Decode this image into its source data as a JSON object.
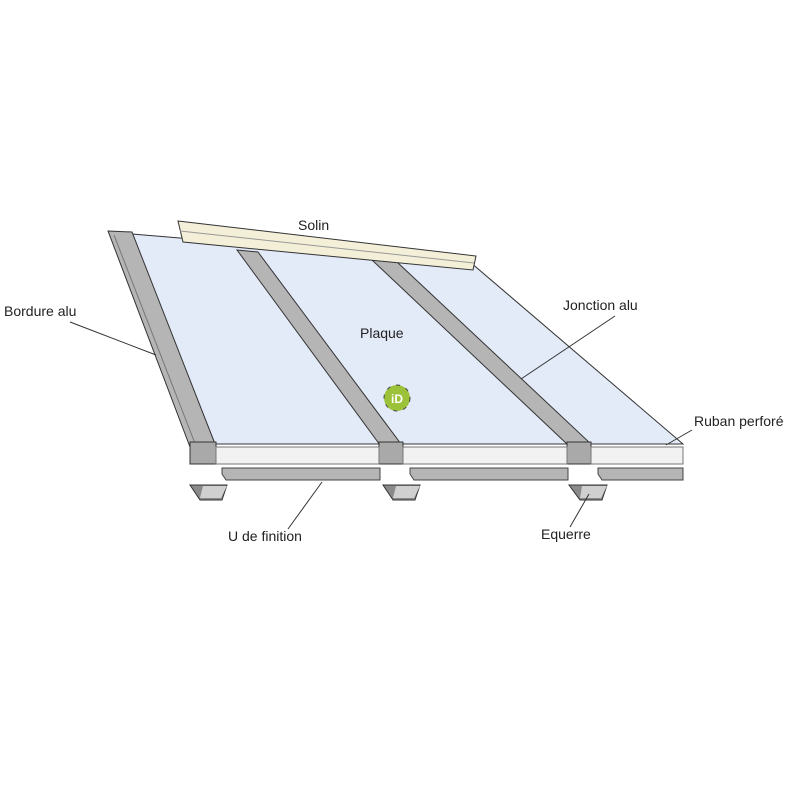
{
  "labels": {
    "solin": "Solin",
    "bordure_alu": "Bordure alu",
    "plaque": "Plaque",
    "jonction_alu": "Jonction alu",
    "ruban_perfore": "Ruban perforé",
    "u_de_finition": "U de finition",
    "equerre": "Equerre"
  },
  "logo": {
    "text": "iD",
    "color": "#9cc23a"
  },
  "colors": {
    "panel": "#e3eaf8",
    "profile": "#b9b9b9",
    "solin": "#f3efd8",
    "strip": "#f4f4f4"
  }
}
